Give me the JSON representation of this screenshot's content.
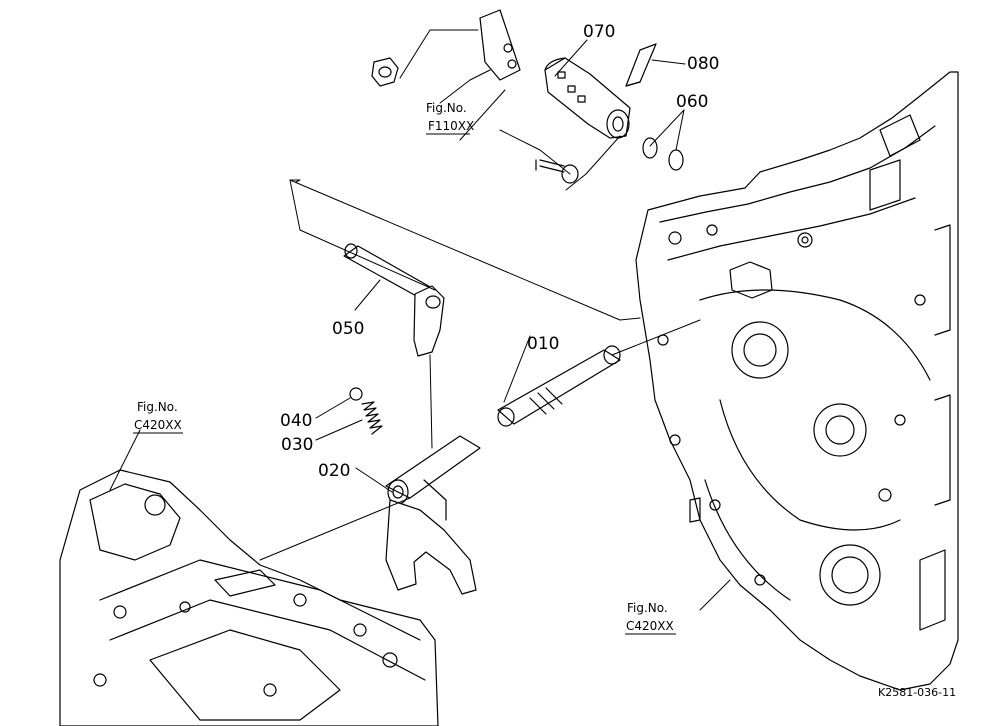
{
  "parts": [
    {
      "id": "p010",
      "number": "010"
    },
    {
      "id": "p020",
      "number": "020"
    },
    {
      "id": "p030",
      "number": "030"
    },
    {
      "id": "p040",
      "number": "040"
    },
    {
      "id": "p050",
      "number": "050"
    },
    {
      "id": "p060",
      "number": "060"
    },
    {
      "id": "p070",
      "number": "070"
    },
    {
      "id": "p080",
      "number": "080"
    }
  ],
  "figure_refs": [
    {
      "id": "f110",
      "label": "Fig.No.",
      "code": "F110XX"
    },
    {
      "id": "c420a",
      "label": "Fig.No.",
      "code": "C420XX"
    },
    {
      "id": "c420b",
      "label": "Fig.No.",
      "code": "C420XX"
    }
  ],
  "drawing_code": "K2581-036-11"
}
